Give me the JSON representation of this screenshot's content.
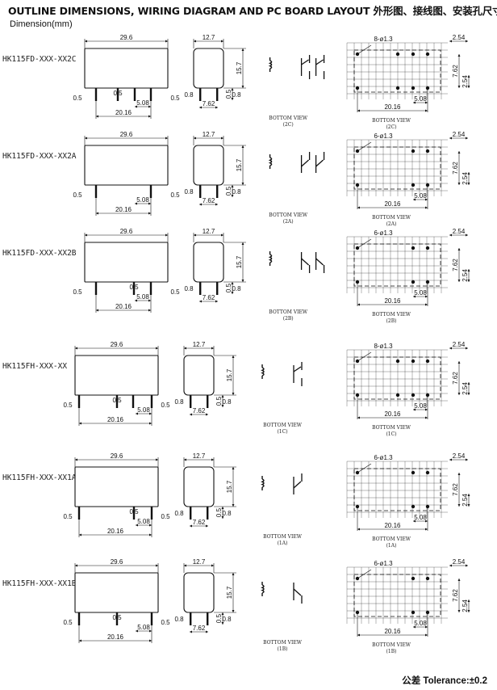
{
  "header": {
    "title": "OUTLINE DIMENSIONS, WIRING DIAGRAM AND PC BOARD LAYOUT 外形图、接线图、安装孔尺寸",
    "dimension_unit": "Dimension(mm)"
  },
  "footer": {
    "tolerance": "公差  Tolerance:±0.2"
  },
  "dims": {
    "length": "29.6",
    "width": "12.7",
    "height": "15.7",
    "pin_pitch": "20.16",
    "pin_gap": "5.08",
    "pin_offset": "7.62",
    "pin_half": "0.5",
    "pin_thick": "0.8",
    "grid_pitch": "2.54",
    "holes_8": "8-ø1.3",
    "holes_6": "6-ø1.3"
  },
  "rows": [
    {
      "model": "HK115FD-XXX-XX2C",
      "bottom_view": "BOTTOM VIEW",
      "code": "(2C)"
    },
    {
      "model": "HK115FD-XXX-XX2A",
      "bottom_view": "BOTTOM VIEW",
      "code": "(2A)"
    },
    {
      "model": "HK115FD-XXX-XX2B",
      "bottom_view": "BOTTOM VIEW",
      "code": "(2B)"
    },
    {
      "model": "HK115FH-XXX-XX",
      "bottom_view": "BOTTOM VIEW",
      "code": "(1C)"
    },
    {
      "model": "HK115FH-XXX-XX1A",
      "bottom_view": "BOTTOM VIEW",
      "code": "(1A)"
    },
    {
      "model": "HK115FH-XXX-XX1B",
      "bottom_view": "BOTTOM VIEW",
      "code": "(1B)"
    }
  ]
}
